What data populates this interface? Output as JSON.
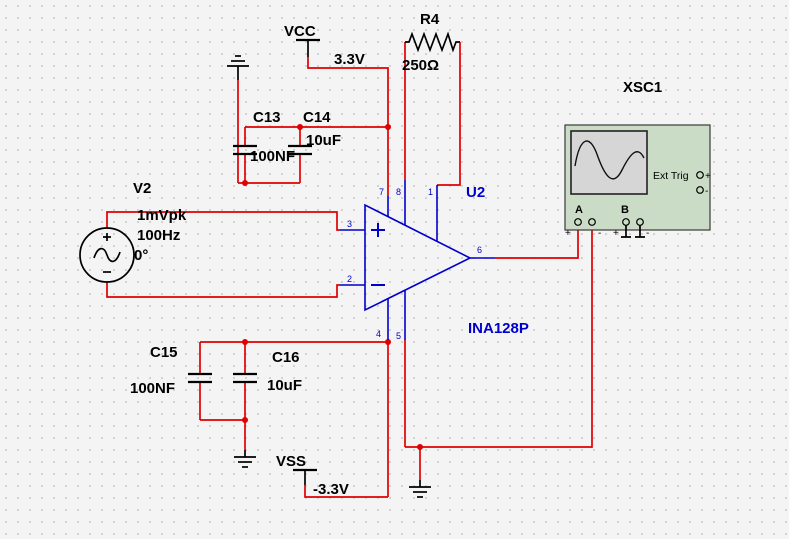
{
  "colors": {
    "wire": "#e00000",
    "component": "#000000",
    "ic": "#0000cc",
    "bg": "#f4f4f4",
    "grid-dot": "#cfcfcf",
    "scope-body": "#cbdcc6",
    "scope-screen": "#d6d6d6"
  },
  "power": {
    "vcc": {
      "label": "VCC",
      "value": "3.3V"
    },
    "vss": {
      "label": "VSS",
      "value": "-3.3V"
    }
  },
  "components": {
    "r4": {
      "ref": "R4",
      "value": "250Ω"
    },
    "c13": {
      "ref": "C13",
      "value": "100NF"
    },
    "c14": {
      "ref": "C14",
      "value": "10uF"
    },
    "c15": {
      "ref": "C15",
      "value": "100NF"
    },
    "c16": {
      "ref": "C16",
      "value": "10uF"
    },
    "v2": {
      "ref": "V2",
      "lines": [
        "1mVpk",
        "100Hz",
        "0°"
      ]
    },
    "u2": {
      "ref": "U2",
      "part": "INA128P",
      "pin1": "1",
      "pin2": "2",
      "pin3": "3",
      "pin4": "4",
      "pin5": "5",
      "pin6": "6",
      "pin7": "7",
      "pin8": "8"
    }
  },
  "instrument": {
    "ref": "XSC1",
    "ext_trig": "Ext Trig",
    "ch_a": "A",
    "ch_b": "B",
    "plus": "+",
    "minus": "-"
  }
}
